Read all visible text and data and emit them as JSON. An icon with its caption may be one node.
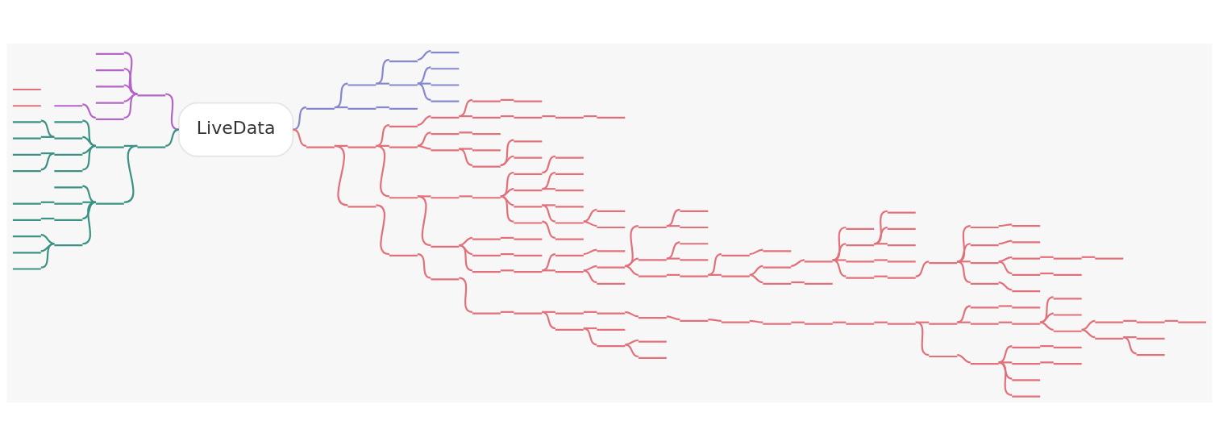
{
  "diagram": {
    "nodes": [
      {
        "text": [
          "LiveData"
        ]
      },
      {
        "text": [],
        "shape": "underline"
      },
      {
        "text": [],
        "shape": "underline"
      },
      {
        "text": [],
        "shape": "underline"
      },
      {
        "text": [],
        "shape": "underline"
      },
      {
        "text": [],
        "shape": "underline"
      },
      {
        "text": [],
        "shape": "underline"
      },
      {
        "text": [],
        "shape": "underline"
      },
      {
        "text": [],
        "shape": "underline"
      },
      {
        "text": [],
        "shape": "underline"
      },
      {
        "text": [],
        "shape": "underline"
      },
      {
        "text": [],
        "shape": "underline"
      },
      {
        "text": [],
        "shape": "underline"
      },
      {
        "text": [],
        "shape": "underline"
      },
      {
        "text": [],
        "shape": "underline"
      },
      {
        "text": [],
        "shape": "underline"
      },
      {
        "text": [],
        "shape": "underline"
      },
      {
        "text": [],
        "shape": "underline"
      },
      {
        "text": [],
        "shape": "underline"
      },
      {
        "text": [],
        "shape": "underline"
      },
      {
        "text": [],
        "shape": "underline"
      },
      {
        "text": [],
        "shape": "underline"
      },
      {
        "text": [],
        "shape": "underline"
      },
      {
        "text": [],
        "shape": "underline"
      },
      {
        "text": [],
        "shape": "underline"
      },
      {
        "text": [],
        "shape": "underline"
      },
      {
        "text": [],
        "shape": "underline"
      },
      {
        "text": [],
        "shape": "underline"
      },
      {
        "text": [],
        "shape": "underline"
      },
      {
        "text": [],
        "shape": "underline"
      },
      {
        "text": [],
        "shape": "underline"
      },
      {
        "text": [],
        "shape": "underline"
      },
      {
        "text": [],
        "shape": "underline"
      },
      {
        "text": [],
        "shape": "underline"
      },
      {
        "text": [],
        "shape": "underline"
      },
      {
        "text": [],
        "shape": "underline"
      },
      {
        "text": [],
        "shape": "underline"
      },
      {
        "text": [],
        "shape": "underline"
      },
      {
        "text": [],
        "shape": "underline"
      },
      {
        "text": [],
        "shape": "underline"
      },
      {
        "text": [],
        "shape": "underline"
      },
      {
        "text": [],
        "shape": "underline"
      },
      {
        "text": [],
        "shape": "underline"
      },
      {
        "text": [],
        "shape": "underline"
      },
      {
        "text": [],
        "shape": "underline"
      },
      {
        "text": [],
        "shape": "underline"
      },
      {
        "text": [],
        "shape": "underline"
      },
      {
        "text": [],
        "shape": "underline"
      },
      {
        "text": [],
        "shape": "underline"
      },
      {
        "text": [],
        "shape": "underline"
      },
      {
        "text": [],
        "shape": "underline"
      },
      {
        "text": [],
        "shape": "underline"
      },
      {
        "text": [],
        "shape": "underline"
      },
      {
        "text": [],
        "shape": "underline"
      },
      {
        "text": [],
        "shape": "underline"
      },
      {
        "text": [],
        "shape": "underline"
      },
      {
        "text": [],
        "shape": "underline"
      },
      {
        "text": [],
        "shape": "underline"
      },
      {
        "text": [],
        "shape": "underline"
      },
      {
        "text": [],
        "shape": "underline"
      },
      {
        "text": [],
        "shape": "underline"
      },
      {
        "text": [],
        "shape": "underline"
      },
      {
        "text": [],
        "shape": "underline"
      },
      {
        "text": [],
        "shape": "underline"
      },
      {
        "text": [],
        "shape": "underline"
      },
      {
        "text": [],
        "shape": "underline"
      },
      {
        "text": [],
        "shape": "underline"
      },
      {
        "text": [],
        "shape": "underline"
      },
      {
        "text": [],
        "shape": "underline"
      },
      {
        "text": [],
        "shape": "underline"
      },
      {
        "text": [],
        "shape": "underline"
      },
      {
        "text": [],
        "shape": "underline"
      },
      {
        "text": [],
        "shape": "underline"
      },
      {
        "text": [],
        "shape": "underline"
      },
      {
        "text": [],
        "shape": "underline"
      },
      {
        "text": [],
        "shape": "underline"
      },
      {
        "text": [],
        "shape": "underline"
      },
      {
        "text": [],
        "shape": "underline"
      },
      {
        "text": [],
        "shape": "underline"
      },
      {
        "text": [],
        "shape": "underline"
      },
      {
        "text": [],
        "shape": "underline"
      },
      {
        "text": [],
        "shape": "underline"
      },
      {
        "text": [],
        "shape": "underline"
      },
      {
        "text": [],
        "shape": "underline"
      },
      {
        "text": [],
        "shape": "underline"
      },
      {
        "text": [],
        "shape": "underline"
      },
      {
        "text": [],
        "shape": "underline"
      },
      {
        "text": [],
        "shape": "underline"
      },
      {
        "text": [],
        "shape": "underline"
      },
      {
        "text": [],
        "shape": "underline"
      },
      {
        "text": [],
        "shape": "underline"
      },
      {
        "text": [],
        "shape": "underline"
      },
      {
        "text": [],
        "shape": "underline"
      },
      {
        "text": [],
        "shape": "underline"
      },
      {
        "text": [],
        "shape": "underline"
      },
      {
        "text": [],
        "shape": "underline"
      },
      {
        "text": [],
        "shape": "underline"
      },
      {
        "text": [],
        "shape": "underline"
      },
      {
        "text": [],
        "shape": "underline"
      },
      {
        "text": [],
        "shape": "underline"
      },
      {
        "text": [],
        "shape": "underline"
      },
      {
        "text": [],
        "shape": "underline"
      },
      {
        "text": [],
        "shape": "underline"
      },
      {
        "text": [],
        "shape": "underline"
      },
      {
        "text": [],
        "shape": "underline"
      },
      {
        "text": [],
        "shape": "underline"
      },
      {
        "text": [],
        "shape": "underline"
      },
      {
        "text": [],
        "shape": "underline"
      },
      {
        "text": [],
        "shape": "underline"
      },
      {
        "text": [],
        "shape": "underline"
      },
      {
        "text": [],
        "shape": "underline"
      },
      {
        "text": [],
        "shape": "underline"
      },
      {
        "text": [],
        "shape": "underline"
      },
      {
        "text": [],
        "shape": "underline"
      },
      {
        "text": [],
        "shape": "underline"
      },
      {
        "text": [],
        "shape": "underline"
      },
      {
        "text": [],
        "shape": "underline"
      },
      {
        "text": [],
        "shape": "underline"
      },
      {
        "text": [],
        "shape": "underline"
      },
      {
        "text": [],
        "shape": "underline"
      },
      {
        "text": [],
        "shape": "underline"
      },
      {
        "text": [],
        "shape": "underline"
      },
      {
        "text": [],
        "shape": "underline"
      },
      {
        "text": [],
        "shape": "underline"
      },
      {
        "text": [],
        "shape": "underline"
      },
      {
        "text": [],
        "shape": "underline"
      },
      {
        "text": [],
        "shape": "underline"
      },
      {
        "text": [],
        "shape": "underline"
      },
      {
        "text": [],
        "shape": "underline"
      },
      {
        "text": [],
        "shape": "underline"
      },
      {
        "text": [],
        "shape": "underline"
      },
      {
        "text": [],
        "shape": "underline"
      },
      {
        "text": [],
        "shape": "underline"
      },
      {
        "text": [],
        "shape": "underline"
      },
      {
        "text": [],
        "shape": "underline"
      },
      {
        "text": [],
        "shape": "underline"
      },
      {
        "text": [],
        "shape": "underline"
      },
      {
        "text": [],
        "shape": "underline"
      },
      {
        "text": [],
        "shape": "underline"
      },
      {
        "text": [],
        "shape": "underline"
      },
      {
        "text": [],
        "shape": "underline"
      },
      {
        "text": [],
        "shape": "underline"
      },
      {
        "text": [],
        "shape": "underline"
      },
      {
        "text": [],
        "shape": "underline"
      },
      {
        "text": [],
        "shape": "underline"
      },
      {
        "text": [],
        "shape": "underline"
      },
      {
        "text": [],
        "shape": "underline"
      },
      {
        "text": [],
        "shape": "underline"
      },
      {
        "text": [],
        "shape": "underline"
      },
      {
        "text": [],
        "shape": "underline"
      },
      {
        "text": [],
        "shape": "underline"
      },
      {
        "text": [],
        "shape": "underline"
      },
      {
        "text": [],
        "shape": "underline"
      },
      {
        "text": [],
        "shape": "underline"
      },
      {
        "text": [],
        "shape": "underline"
      },
      {
        "text": [],
        "shape": "underline"
      },
      {
        "text": [],
        "shape": "underline"
      },
      {
        "text": [],
        "shape": "underline"
      },
      {
        "text": [],
        "shape": "underline"
      },
      {
        "text": [],
        "shape": "underline"
      },
      {
        "text": [],
        "shape": "underline"
      },
      {
        "text": [],
        "shape": "underline"
      },
      {
        "text": [],
        "shape": "underline"
      }
    ],
    "edges": [
      {
        "from": 0,
        "to": 1,
        "arrow": "none",
        "color": "#8588cc"
      },
      {
        "from": 1,
        "to": 2,
        "arrow": "none",
        "color": "#8588cc"
      },
      {
        "from": 2,
        "to": 3,
        "arrow": "none",
        "color": "#8588cc"
      },
      {
        "from": 3,
        "to": 4,
        "arrow": "none",
        "color": "#8588cc"
      },
      {
        "from": 2,
        "to": 5,
        "arrow": "none",
        "color": "#8588cc"
      },
      {
        "from": 5,
        "to": 6,
        "arrow": "none",
        "color": "#8588cc"
      },
      {
        "from": 5,
        "to": 7,
        "arrow": "none",
        "color": "#8588cc"
      },
      {
        "from": 5,
        "to": 8,
        "arrow": "none",
        "color": "#8588cc"
      },
      {
        "from": 1,
        "to": 9,
        "arrow": "none",
        "color": "#8588cc"
      },
      {
        "from": 9,
        "to": 10,
        "arrow": "none",
        "color": "#8588cc"
      },
      {
        "from": 0,
        "to": 11,
        "arrow": "none",
        "color": "#b365c6"
      },
      {
        "from": 11,
        "to": 12,
        "arrow": "none",
        "color": "#b365c6"
      },
      {
        "from": 11,
        "to": 13,
        "arrow": "none",
        "color": "#b365c6"
      },
      {
        "from": 11,
        "to": 14,
        "arrow": "none",
        "color": "#b365c6"
      },
      {
        "from": 11,
        "to": 15,
        "arrow": "none",
        "color": "#b365c6"
      },
      {
        "from": 11,
        "to": 16,
        "arrow": "none",
        "color": "#b365c6"
      },
      {
        "from": 16,
        "to": 17,
        "arrow": "none",
        "color": "#b365c6"
      },
      {
        "from": 0,
        "to": 18,
        "arrow": "none",
        "color": "#3b9283"
      },
      {
        "from": 18,
        "to": 19,
        "arrow": "none",
        "color": "#3b9283"
      },
      {
        "from": 19,
        "to": 20,
        "arrow": "none",
        "color": "#3b9283"
      },
      {
        "from": 19,
        "to": 21,
        "arrow": "none",
        "color": "#3b9283"
      },
      {
        "from": 21,
        "to": 22,
        "arrow": "none",
        "color": "#3b9283"
      },
      {
        "from": 21,
        "to": 23,
        "arrow": "none",
        "color": "#3b9283"
      },
      {
        "from": 19,
        "to": 24,
        "arrow": "none",
        "color": "#3b9283"
      },
      {
        "from": 24,
        "to": 25,
        "arrow": "none",
        "color": "#3b9283"
      },
      {
        "from": 19,
        "to": 26,
        "arrow": "none",
        "color": "#3b9283"
      },
      {
        "from": 24,
        "to": 27,
        "arrow": "none",
        "color": "#3b9283"
      },
      {
        "from": 18,
        "to": 28,
        "arrow": "none",
        "color": "#3b9283"
      },
      {
        "from": 28,
        "to": 29,
        "arrow": "none",
        "color": "#3b9283"
      },
      {
        "from": 28,
        "to": 30,
        "arrow": "none",
        "color": "#3b9283"
      },
      {
        "from": 30,
        "to": 31,
        "arrow": "none",
        "color": "#3b9283"
      },
      {
        "from": 28,
        "to": 32,
        "arrow": "none",
        "color": "#3b9283"
      },
      {
        "from": 32,
        "to": 33,
        "arrow": "none",
        "color": "#3b9283"
      },
      {
        "from": 28,
        "to": 34,
        "arrow": "none",
        "color": "#3b9283"
      },
      {
        "from": 34,
        "to": 35,
        "arrow": "none",
        "color": "#3b9283"
      },
      {
        "from": 34,
        "to": 36,
        "arrow": "none",
        "color": "#3b9283"
      },
      {
        "from": 34,
        "to": 37,
        "arrow": "none",
        "color": "#3b9283"
      },
      {
        "from": 0,
        "to": 38,
        "arrow": "none"
      },
      {
        "from": 38,
        "to": 39,
        "arrow": "none"
      },
      {
        "from": 39,
        "to": 40,
        "arrow": "none"
      },
      {
        "from": 40,
        "to": 41,
        "arrow": "none"
      },
      {
        "from": 41,
        "to": 42,
        "arrow": "none"
      },
      {
        "from": 42,
        "to": 43,
        "arrow": "none"
      },
      {
        "from": 41,
        "to": 44,
        "arrow": "none"
      },
      {
        "from": 44,
        "to": 45,
        "arrow": "none"
      },
      {
        "from": 45,
        "to": 46,
        "arrow": "none"
      },
      {
        "from": 46,
        "to": 47,
        "arrow": "none"
      },
      {
        "from": 39,
        "to": 48,
        "arrow": "none"
      },
      {
        "from": 48,
        "to": 49,
        "arrow": "none"
      },
      {
        "from": 49,
        "to": 50,
        "arrow": "none"
      },
      {
        "from": 48,
        "to": 51,
        "arrow": "none"
      },
      {
        "from": 51,
        "to": 52,
        "arrow": "none"
      },
      {
        "from": 51,
        "to": 53,
        "arrow": "none"
      },
      {
        "from": 53,
        "to": 54,
        "arrow": "none"
      },
      {
        "from": 53,
        "to": 55,
        "arrow": "none"
      },
      {
        "from": 39,
        "to": 56,
        "arrow": "none"
      },
      {
        "from": 56,
        "to": 57,
        "arrow": "none"
      },
      {
        "from": 57,
        "to": 58,
        "arrow": "none"
      },
      {
        "from": 58,
        "to": 59,
        "arrow": "none"
      },
      {
        "from": 59,
        "to": 60,
        "arrow": "none"
      },
      {
        "from": 58,
        "to": 61,
        "arrow": "none"
      },
      {
        "from": 61,
        "to": 62,
        "arrow": "none"
      },
      {
        "from": 61,
        "to": 63,
        "arrow": "none"
      },
      {
        "from": 58,
        "to": 64,
        "arrow": "none"
      },
      {
        "from": 64,
        "to": 65,
        "arrow": "none"
      },
      {
        "from": 64,
        "to": 66,
        "arrow": "none"
      },
      {
        "from": 66,
        "to": 67,
        "arrow": "none"
      },
      {
        "from": 66,
        "to": 68,
        "arrow": "none"
      },
      {
        "from": 58,
        "to": 69,
        "arrow": "none"
      },
      {
        "from": 69,
        "to": 70,
        "arrow": "none"
      },
      {
        "from": 56,
        "to": 71,
        "arrow": "none"
      },
      {
        "from": 71,
        "to": 72,
        "arrow": "none"
      },
      {
        "from": 72,
        "to": 73,
        "arrow": "none"
      },
      {
        "from": 71,
        "to": 74,
        "arrow": "none"
      },
      {
        "from": 74,
        "to": 75,
        "arrow": "none"
      },
      {
        "from": 71,
        "to": 76,
        "arrow": "none"
      },
      {
        "from": 76,
        "to": 77,
        "arrow": "none"
      },
      {
        "from": 77,
        "to": 78,
        "arrow": "none"
      },
      {
        "from": 78,
        "to": 79,
        "arrow": "none"
      },
      {
        "from": 77,
        "to": 80,
        "arrow": "none"
      },
      {
        "from": 80,
        "to": 81,
        "arrow": "none"
      },
      {
        "from": 81,
        "to": 82,
        "arrow": "none"
      },
      {
        "from": 82,
        "to": 83,
        "arrow": "none"
      },
      {
        "from": 82,
        "to": 84,
        "arrow": "none"
      },
      {
        "from": 81,
        "to": 85,
        "arrow": "none"
      },
      {
        "from": 85,
        "to": 86,
        "arrow": "none"
      },
      {
        "from": 85,
        "to": 87,
        "arrow": "none"
      },
      {
        "from": 81,
        "to": 88,
        "arrow": "none"
      },
      {
        "from": 88,
        "to": 89,
        "arrow": "none"
      },
      {
        "from": 89,
        "to": 90,
        "arrow": "none"
      },
      {
        "from": 90,
        "to": 91,
        "arrow": "none"
      },
      {
        "from": 89,
        "to": 92,
        "arrow": "none"
      },
      {
        "from": 92,
        "to": 93,
        "arrow": "none"
      },
      {
        "from": 93,
        "to": 94,
        "arrow": "none"
      },
      {
        "from": 94,
        "to": 95,
        "arrow": "none"
      },
      {
        "from": 94,
        "to": 96,
        "arrow": "none"
      },
      {
        "from": 96,
        "to": 97,
        "arrow": "none"
      },
      {
        "from": 96,
        "to": 98,
        "arrow": "none"
      },
      {
        "from": 96,
        "to": 99,
        "arrow": "none"
      },
      {
        "from": 94,
        "to": 100,
        "arrow": "none"
      },
      {
        "from": 100,
        "to": 101,
        "arrow": "none"
      },
      {
        "from": 94,
        "to": 102,
        "arrow": "none"
      },
      {
        "from": 102,
        "to": 103,
        "arrow": "none"
      },
      {
        "from": 103,
        "to": 104,
        "arrow": "none"
      },
      {
        "from": 104,
        "to": 105,
        "arrow": "none"
      },
      {
        "from": 105,
        "to": 106,
        "arrow": "none"
      },
      {
        "from": 104,
        "to": 107,
        "arrow": "none"
      },
      {
        "from": 107,
        "to": 108,
        "arrow": "none"
      },
      {
        "from": 104,
        "to": 109,
        "arrow": "none"
      },
      {
        "from": 109,
        "to": 110,
        "arrow": "none"
      },
      {
        "from": 110,
        "to": 111,
        "arrow": "none"
      },
      {
        "from": 111,
        "to": 112,
        "arrow": "none"
      },
      {
        "from": 109,
        "to": 113,
        "arrow": "none"
      },
      {
        "from": 113,
        "to": 114,
        "arrow": "none"
      },
      {
        "from": 104,
        "to": 115,
        "arrow": "none"
      },
      {
        "from": 115,
        "to": 116,
        "arrow": "none"
      },
      {
        "from": 92,
        "to": 117,
        "arrow": "none"
      },
      {
        "from": 117,
        "to": 118,
        "arrow": "none"
      },
      {
        "from": 80,
        "to": 119,
        "arrow": "none"
      },
      {
        "from": 38,
        "to": 120,
        "arrow": "none"
      },
      {
        "from": 120,
        "to": 121,
        "arrow": "none"
      },
      {
        "from": 121,
        "to": 122,
        "arrow": "none"
      },
      {
        "from": 122,
        "to": 123,
        "arrow": "none"
      },
      {
        "from": 123,
        "to": 124,
        "arrow": "none"
      },
      {
        "from": 124,
        "to": 125,
        "arrow": "none"
      },
      {
        "from": 125,
        "to": 126,
        "arrow": "none"
      },
      {
        "from": 126,
        "to": 127,
        "arrow": "none"
      },
      {
        "from": 127,
        "to": 128,
        "arrow": "none"
      },
      {
        "from": 128,
        "to": 129,
        "arrow": "none"
      },
      {
        "from": 129,
        "to": 130,
        "arrow": "none"
      },
      {
        "from": 130,
        "to": 131,
        "arrow": "none"
      },
      {
        "from": 131,
        "to": 132,
        "arrow": "none"
      },
      {
        "from": 132,
        "to": 133,
        "arrow": "none"
      },
      {
        "from": 133,
        "to": 134,
        "arrow": "none"
      },
      {
        "from": 134,
        "to": 135,
        "arrow": "none"
      },
      {
        "from": 135,
        "to": 136,
        "arrow": "none"
      },
      {
        "from": 134,
        "to": 137,
        "arrow": "none"
      },
      {
        "from": 137,
        "to": 138,
        "arrow": "none"
      },
      {
        "from": 138,
        "to": 139,
        "arrow": "none"
      },
      {
        "from": 138,
        "to": 140,
        "arrow": "none"
      },
      {
        "from": 138,
        "to": 141,
        "arrow": "none"
      },
      {
        "from": 141,
        "to": 142,
        "arrow": "none"
      },
      {
        "from": 142,
        "to": 143,
        "arrow": "none"
      },
      {
        "from": 143,
        "to": 144,
        "arrow": "none"
      },
      {
        "from": 141,
        "to": 145,
        "arrow": "none"
      },
      {
        "from": 145,
        "to": 146,
        "arrow": "none"
      },
      {
        "from": 145,
        "to": 147,
        "arrow": "none"
      },
      {
        "from": 133,
        "to": 148,
        "arrow": "none"
      },
      {
        "from": 148,
        "to": 149,
        "arrow": "none"
      },
      {
        "from": 149,
        "to": 150,
        "arrow": "none"
      },
      {
        "from": 150,
        "to": 151,
        "arrow": "none"
      },
      {
        "from": 149,
        "to": 152,
        "arrow": "none"
      },
      {
        "from": 152,
        "to": 153,
        "arrow": "none"
      },
      {
        "from": 149,
        "to": 154,
        "arrow": "none"
      },
      {
        "from": 149,
        "to": 155,
        "arrow": "none"
      },
      {
        "from": 124,
        "to": 156,
        "arrow": "none"
      },
      {
        "from": 156,
        "to": 157,
        "arrow": "none"
      },
      {
        "from": 156,
        "to": 158,
        "arrow": "none"
      },
      {
        "from": 158,
        "to": 159,
        "arrow": "none"
      },
      {
        "from": 158,
        "to": 160,
        "arrow": "none"
      }
    ]
  }
}
